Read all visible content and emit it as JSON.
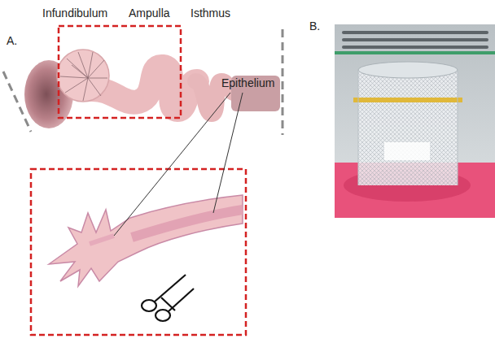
{
  "diagram": {
    "labels": [
      "A.",
      "Infundibulum",
      "Ampulla",
      "Isthmus",
      "Epithelium",
      "B."
    ]
  }
}
